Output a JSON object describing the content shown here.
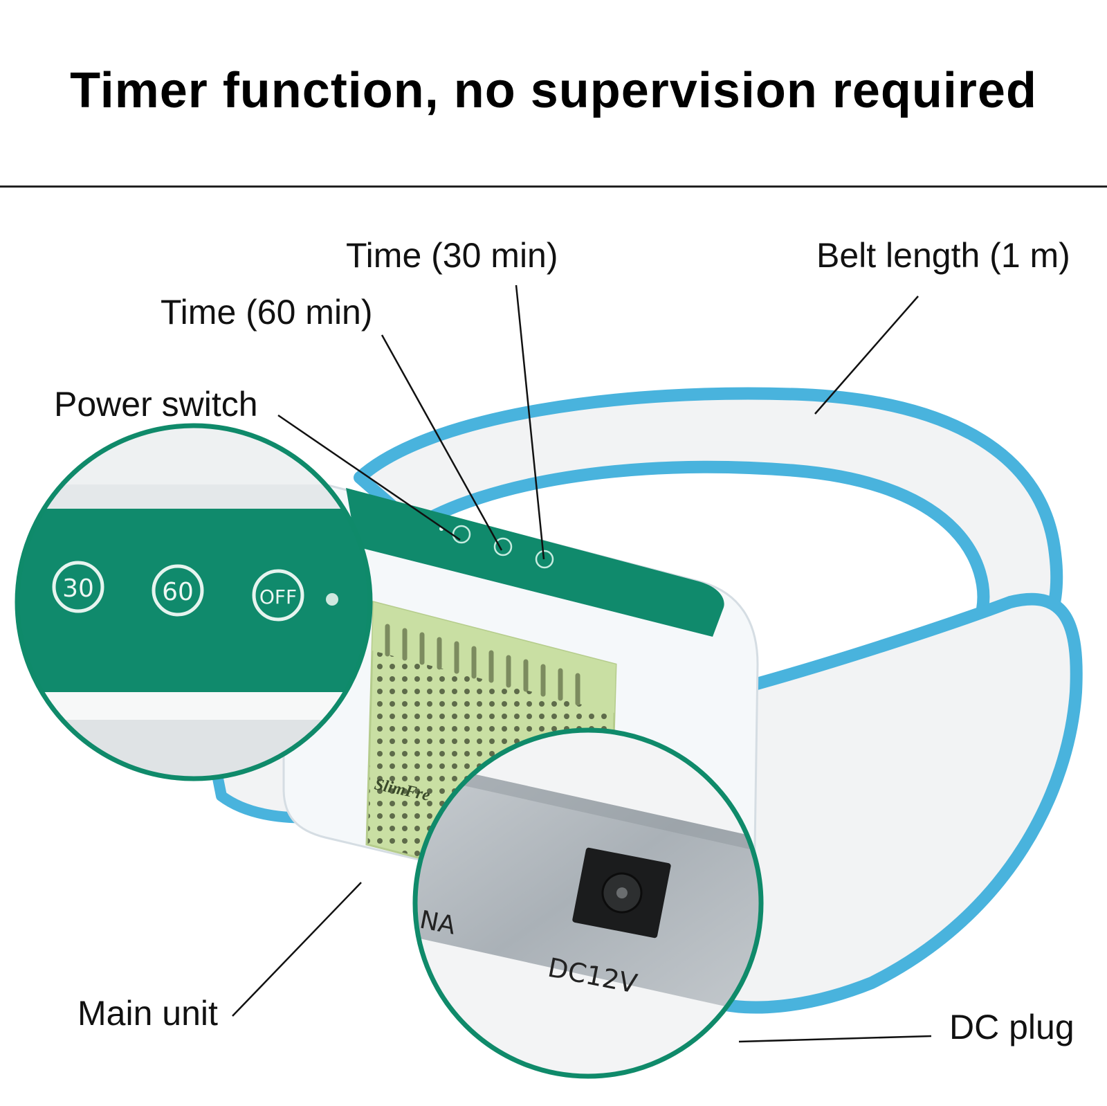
{
  "headline": "Timer function, no supervision required",
  "labels": {
    "time_30": "Time (30 min)",
    "time_60": "Time (60 min)",
    "power_switch": "Power switch",
    "belt_length": "Belt length (1 m)",
    "main_unit": "Main unit",
    "dc_plug": "DC plug"
  },
  "device": {
    "buttons": [
      "30",
      "60",
      "OFF"
    ],
    "brand_text": "SlimFre",
    "port_label": "DC12V",
    "side_text": "NA"
  },
  "colors": {
    "belt_edge": "#49b3dd",
    "belt_fabric": "#f2f3f4",
    "panel_green": "#108a6c",
    "grille_green": "#c9dfa3",
    "housing": "#f5f8fa",
    "steel": "#b9bfc4"
  }
}
